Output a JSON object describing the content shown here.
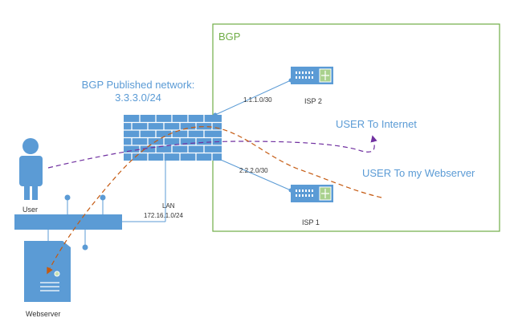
{
  "bgp_box_label": "BGP",
  "published_network": {
    "line1": "BGP Published network:",
    "line2": "3.3.3.0/24"
  },
  "links": {
    "isp2_subnet": "1.1.1.0/30",
    "isp1_subnet": "2.2.2.0/30",
    "lan_name": "LAN",
    "lan_subnet": "172.16.1.0/24"
  },
  "nodes": {
    "isp2": "ISP 2",
    "isp1": "ISP 1",
    "user": "User",
    "webserver": "Webserver"
  },
  "flows": {
    "user_to_internet": "USER To Internet",
    "user_to_webserver": "USER To my Webserver"
  },
  "colors": {
    "primary_blue": "#5b9bd5",
    "bgp_green": "#70ad47",
    "purple_flow": "#7030a0",
    "orange_flow": "#c55a11",
    "text_blue": "#5b9bd5"
  }
}
